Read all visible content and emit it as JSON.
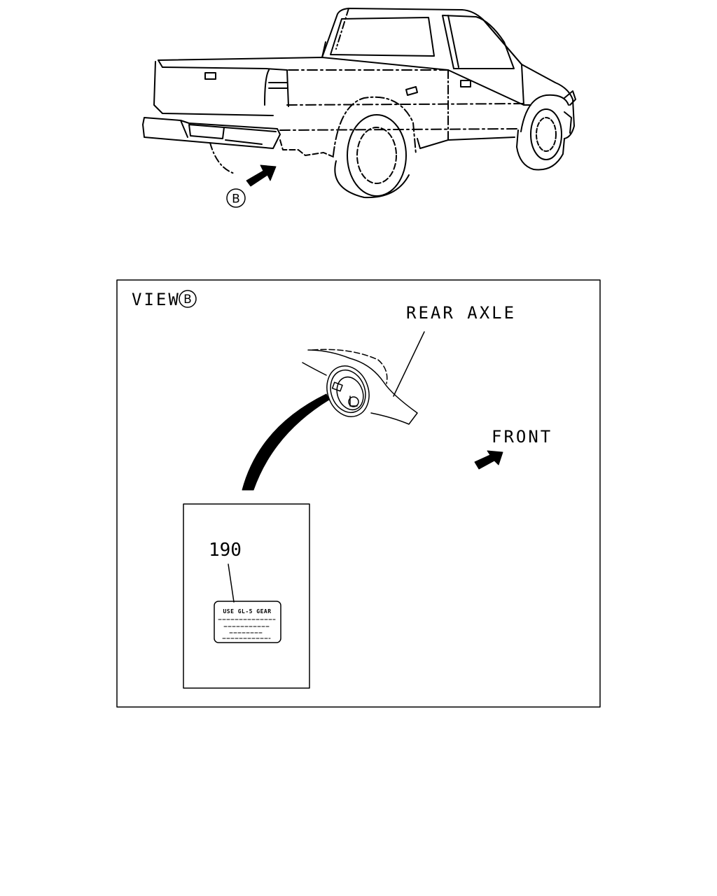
{
  "callout_b": "B",
  "view": {
    "prefix": "VIEW",
    "marker": "B"
  },
  "labels": {
    "rear_axle": "REAR AXLE",
    "front": "FRONT"
  },
  "part": {
    "number": "190",
    "label_text": "USE GL-5 GEAR"
  },
  "colors": {
    "ink": "#000000",
    "paper": "#ffffff"
  }
}
